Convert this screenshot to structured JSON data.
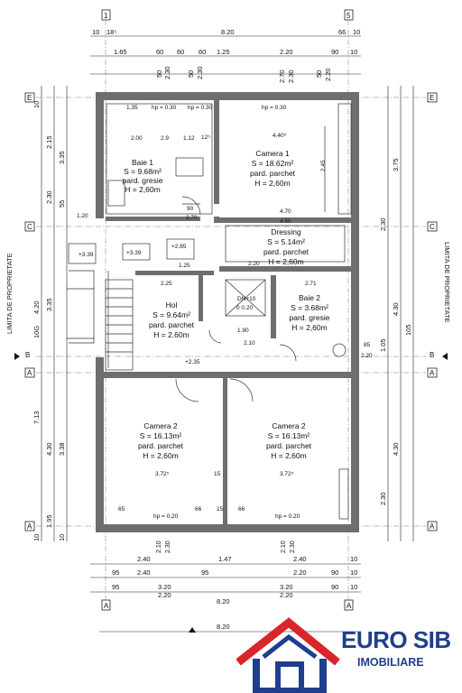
{
  "axes": {
    "col_1": "1",
    "col_5": "5",
    "row_E": "E",
    "row_C": "C",
    "row_B": "B",
    "row_A": "A",
    "bottom_A": "A"
  },
  "top_dims": {
    "row1": [
      "10",
      "18⁵",
      "8.20",
      "66",
      "10"
    ],
    "row2": [
      "1.65",
      "60",
      "60",
      "60",
      "1.25",
      "2.20",
      "90",
      "10"
    ],
    "row3_vertical": [
      "50",
      "2.30",
      "50",
      "2.30",
      "2.70",
      "2.30",
      "50",
      "2.20"
    ]
  },
  "bottom_dims": {
    "row1": [
      "2.40",
      "1.47",
      "2.40",
      "10"
    ],
    "row2": [
      "95",
      "2.40",
      "95",
      "2.20",
      "90",
      "10"
    ],
    "row3": [
      "95",
      "3.20",
      "3.20",
      "90",
      "10"
    ],
    "row4": [
      "2.20",
      "2.20"
    ],
    "total": "8.20",
    "total2": "8.20"
  },
  "left_dims": [
    "2.15",
    "3.35",
    "2.30",
    "4.20",
    "3.35",
    "7.13",
    "4.30",
    "3.38",
    "10",
    "55",
    "10G",
    "1.95",
    "10",
    "10"
  ],
  "right_dims": [
    "3.75",
    "2.30",
    "4.30",
    "105",
    "4.30",
    "1.05",
    "2.30"
  ],
  "side_labels": {
    "left": "LIMITA DE PROPRIETATE",
    "right": "LIMITA DE PROPRIETATE"
  },
  "rooms": [
    {
      "name": "Camera 1",
      "area": "S = 18.62m²",
      "floor": "pard. parchet",
      "height": "H = 2,60m"
    },
    {
      "name": "Baie 1",
      "area": "S = 9.68m²",
      "floor": "pard. gresie",
      "height": "H = 2,60m"
    },
    {
      "name": "Dressing",
      "area": "S = 5.14m²",
      "floor": "pard. parchet",
      "height": "H = 2,60m"
    },
    {
      "name": "Hol",
      "area": "S = 9.64m²",
      "floor": "pard. parchet",
      "height": "H = 2.60m"
    },
    {
      "name": "Baie 2",
      "area": "S = 3.68m²",
      "floor": "pard. gresie",
      "height": "H = 2,60m"
    },
    {
      "name": "Camera 2",
      "area": "S = 16.13m²",
      "floor": "pard. parchet",
      "height": "H = 2,60m"
    },
    {
      "name": "Camera 2",
      "area": "S = 16.13m²",
      "floor": "pard. parchet",
      "height": "H = 2,60m"
    }
  ],
  "inner_labels": {
    "hp030a": "hp = 0.30",
    "hp030b": "hp = 0.30",
    "hp030c": "hp = 0.30",
    "hp020a": "hp = 0.20",
    "hp020b": "hp = 0.20",
    "d135": "1.35",
    "d200": "2.00",
    "d29": "2.9",
    "d112": "1.12",
    "d12": "12⁵",
    "d440": "4.40⁵",
    "d470": "4.70",
    "d450": "4.50",
    "d270": "2.70",
    "d90": "90",
    "d245": "2.45",
    "d120": "1.20",
    "d125": "1.25",
    "d225": "2.25",
    "d220": "2.20",
    "d271": "2.71",
    "d190": "1.90",
    "d210": "2.10",
    "d372a": "3.72⁵",
    "d372b": "3.72⁵",
    "d15a": "15",
    "d15b": "15",
    "d66a": "66",
    "d66b": "66",
    "d65": "65",
    "d85": "85",
    "d220r": "2.20",
    "lvl339a": "+3.39",
    "lvl339b": "+3.39",
    "lvl285": "+2.85",
    "lvl235": "+2.35",
    "dn": "DN+10",
    "dn2": "0 0.20"
  },
  "logo": {
    "brand": "EURO SIB",
    "sub": "IMOBILIARE"
  }
}
